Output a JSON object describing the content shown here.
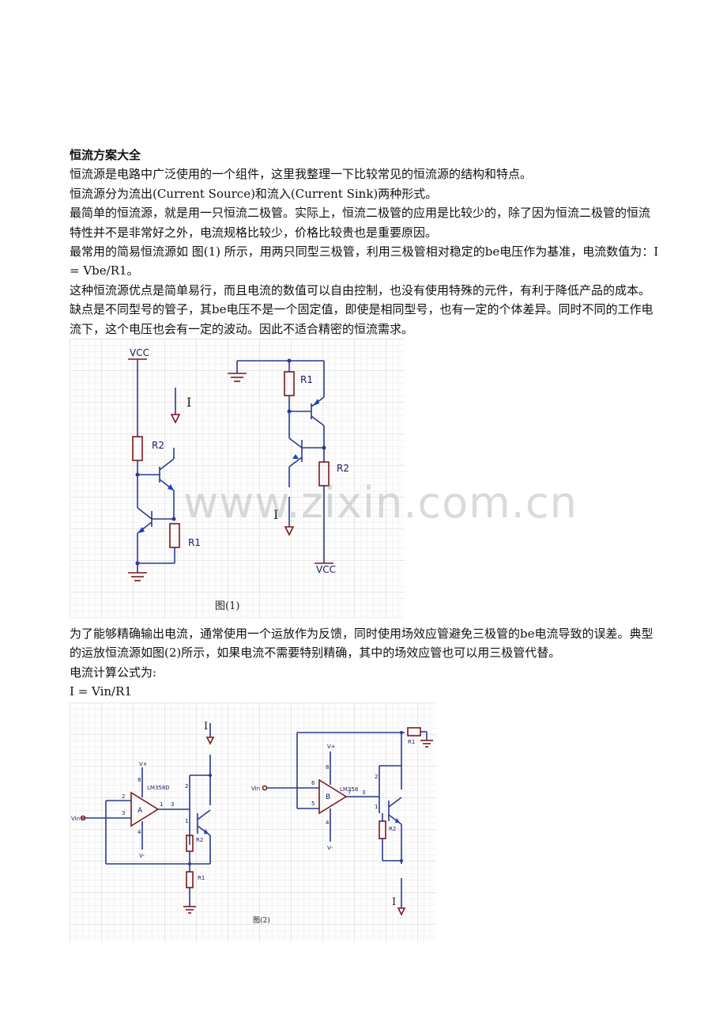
{
  "article": {
    "title": "恒流方案大全",
    "paragraph1": "恒流源是电路中广泛使用的一个组件，这里我整理一下比较常见的恒流源的结构和特点。",
    "paragraph2": "恒流源分为流出(Current Source)和流入(Current Sink)两种形式。",
    "paragraph3": "最简单的恒流源，就是用一只恒流二极管。实际上，恒流二极管的应用是比较少的，除了因为恒流二极管的恒流特性并不是非常好之外，电流规格比较少，价格比较贵也是重要原因。",
    "paragraph4": "最常用的简易恒流源如 图(1) 所示，用两只同型三极管，利用三极管相对稳定的be电压作为基准，电流数值为：I = Vbe/R1。",
    "paragraph5": "这种恒流源优点是简单易行，而且电流的数值可以自由控制，也没有使用特殊的元件，有利于降低产品的成本。缺点是不同型号的管子，其be电压不是一个固定值，即使是相同型号，也有一定的个体差异。同时不同的工作电流下，这个电压也会有一定的波动。因此不适合精密的恒流需求。",
    "paragraph6": "为了能够精确输出电流，通常使用一个运放作为反馈，同时使用场效应管避免三极管的be电流导致的误差。典型的运放恒流源如图(2)所示，如果电流不需要特别精确，其中的场效应管也可以用三极管代替。",
    "paragraph7": "电流计算公式为:",
    "formula": "I = Vin/R1"
  },
  "figure1": {
    "caption": "图(1)",
    "vcc_left": "VCC",
    "vcc_right": "VCC",
    "current_left": "I",
    "current_right": "I",
    "r1_left": "R1",
    "r2_left": "R2",
    "r1_right": "R1",
    "r2_right": "R2"
  },
  "figure2": {
    "caption": "图(2)",
    "left": {
      "opamp_name": "LM358D",
      "opamp_unit": "A",
      "vplus": "V+",
      "vminus": "V-",
      "vin": "Vin",
      "pin2": "2",
      "pin3": "3",
      "pin1": "1",
      "pin8": "8",
      "pin4": "4",
      "out_pin": "3",
      "fet_pin2": "2",
      "fet_pin1": "1",
      "r1": "R1",
      "r2": "R2",
      "current": "I"
    },
    "right": {
      "opamp_name": "LM358",
      "opamp_unit": "B",
      "vplus": "V+",
      "vminus": "V-",
      "vin": "Vin",
      "pin6": "6",
      "pin5": "5",
      "pin7": "7",
      "pin8": "8",
      "pin4": "4",
      "out_pin": "3",
      "fet_pin2": "2",
      "fet_pin1": "1",
      "r1": "R1",
      "r2": "R2",
      "current": "I"
    }
  },
  "watermark": "www.zixin.com.cn"
}
